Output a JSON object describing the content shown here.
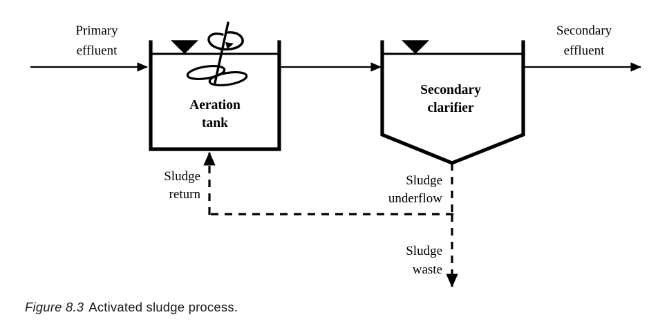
{
  "figure": {
    "caption_label": "Figure 8.3",
    "caption_text": "Activated sludge process."
  },
  "diagram": {
    "type": "process-flow-diagram",
    "title": "Activated sludge process",
    "units": [
      {
        "id": "aeration-tank",
        "label_line1": "Aeration",
        "label_line2": "tank",
        "shape": "open-rectangular-basin",
        "has_water_level_symbol": true,
        "has_mechanical_mixer": true
      },
      {
        "id": "secondary-clarifier",
        "label_line1": "Secondary",
        "label_line2": "clarifier",
        "shape": "hopper-bottom-basin",
        "has_water_level_symbol": true,
        "has_mechanical_mixer": false
      }
    ],
    "streams": [
      {
        "id": "primary-effluent",
        "label_line1": "Primary",
        "label_line2": "effluent",
        "style": "solid",
        "direction": "right",
        "from": "inlet",
        "to": "aeration-tank"
      },
      {
        "id": "mixed-liquor",
        "label_line1": "",
        "label_line2": "",
        "style": "solid",
        "direction": "right",
        "from": "aeration-tank",
        "to": "secondary-clarifier"
      },
      {
        "id": "secondary-effluent",
        "label_line1": "Secondary",
        "label_line2": "effluent",
        "style": "solid",
        "direction": "right",
        "from": "secondary-clarifier",
        "to": "outlet"
      },
      {
        "id": "sludge-underflow",
        "label_line1": "Sludge",
        "label_line2": "underflow",
        "style": "dashed",
        "direction": "down",
        "from": "secondary-clarifier",
        "to": "split-point"
      },
      {
        "id": "sludge-return",
        "label_line1": "Sludge",
        "label_line2": "return",
        "style": "dashed",
        "direction": "up",
        "from": "split-point",
        "to": "aeration-tank"
      },
      {
        "id": "sludge-waste",
        "label_line1": "Sludge",
        "label_line2": "waste",
        "style": "dashed",
        "direction": "down",
        "from": "split-point",
        "to": "waste-outlet"
      }
    ],
    "colors": {
      "line": "#000000",
      "background": "#ffffff",
      "text": "#000000",
      "caption": "#1a1a1a"
    }
  }
}
